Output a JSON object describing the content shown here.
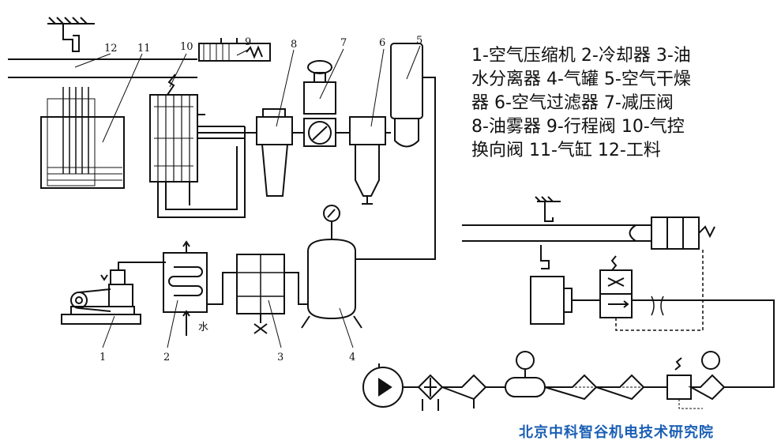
{
  "diagram": {
    "component_numbers": [
      "1",
      "2",
      "3",
      "4",
      "5",
      "6",
      "7",
      "8",
      "9",
      "10",
      "11",
      "12"
    ],
    "water_label": "水"
  },
  "legend": {
    "lines": [
      "1-空气压缩机  2-冷却器  3-油",
      "水分离器  4-气罐  5-空气干燥",
      "器  6-空气过滤器  7-减压阀",
      "8-油雾器  9-行程阀  10-气控",
      "换向阀  11-气缸  12-工料"
    ]
  },
  "watermark": "北京中科智谷机电技术研究院",
  "colors": {
    "line": "#111111",
    "watermark": "#1a5fb4"
  }
}
